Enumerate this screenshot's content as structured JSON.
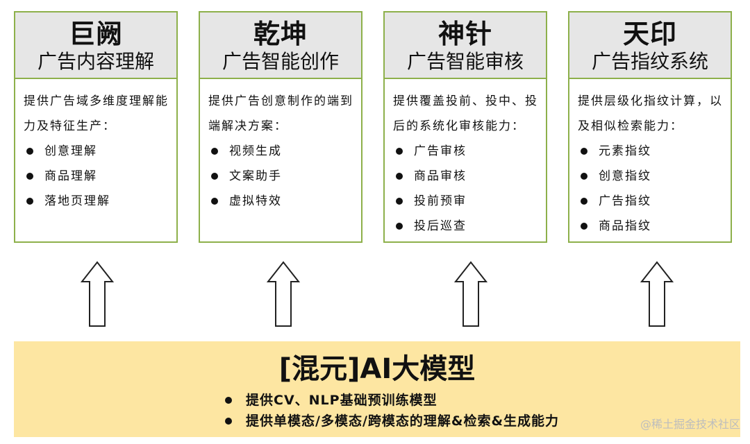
{
  "cards": [
    {
      "title": "巨阙",
      "subtitle": "广告内容理解",
      "desc": "提供广告域多维度理解能力及特征生产：",
      "items": [
        "创意理解",
        "商品理解",
        "落地页理解"
      ]
    },
    {
      "title": "乾坤",
      "subtitle": "广告智能创作",
      "desc": "提供广告创意制作的端到端解决方案：",
      "items": [
        "视频生成",
        "文案助手",
        "虚拟特效"
      ]
    },
    {
      "title": "神针",
      "subtitle": "广告智能审核",
      "desc": "提供覆盖投前、投中、投后的系统化审核能力：",
      "items": [
        "广告审核",
        "商品审核",
        "投前预审",
        "投后巡查"
      ]
    },
    {
      "title": "天印",
      "subtitle": "广告指纹系统",
      "desc": "提供层级化指纹计算，以及相似检索能力：",
      "items": [
        "元素指纹",
        "创意指纹",
        "广告指纹",
        "商品指纹"
      ]
    }
  ],
  "base": {
    "title": "[混元]AI大模型",
    "items": [
      "提供CV、NLP基础预训练模型",
      "提供单模态/多模态/跨模态的理解&检索&生成能力"
    ]
  },
  "watermark": "@稀土掘金技术社区",
  "colors": {
    "card_border": "#8db04a",
    "card_header_bg": "#e6e6e6",
    "base_bg": "#fde6a2"
  }
}
